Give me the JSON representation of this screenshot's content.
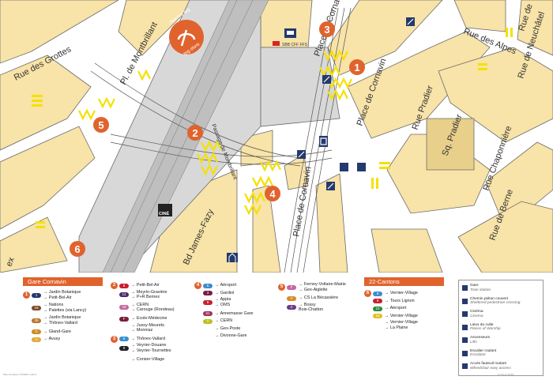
{
  "map": {
    "streets": {
      "grottes": "Rue des Grottes",
      "montbrillant": "Pl. de Montbrillant",
      "cornavin_top": "Place de Cornavin",
      "cornavin_mid": "Place de Cornavin",
      "cornavin_low": "Place de Cornavin",
      "passage": "Passage de Montbrillant",
      "fazy": "Bd James-Fazy",
      "pradier": "Rue Pradier",
      "sq_pradier": "Sq. Pradier",
      "chaponniere": "Rue Chaponnière",
      "berne": "Rue de Berne",
      "alpes": "Rue des Alpes",
      "neuchatel": "Rue de Neuchâtel",
      "edge_left": "ex",
      "edge_top_right": "Rue de"
    },
    "agence_label": "Agence tpg",
    "store_label": "tpg store",
    "cff_label": "SBB CFF FFS",
    "cine_label": "CINÉ",
    "markers": [
      "1",
      "2",
      "3",
      "4",
      "5",
      "6"
    ]
  },
  "colors": {
    "orange": "#e0632d",
    "block": "#f8e3a8",
    "road": "#ffffff",
    "navy": "#233a6e",
    "yellow": "#f5e100"
  },
  "legend": {
    "gare": {
      "title": "Gare Cornavin",
      "stops": [
        {
          "stop": "1",
          "line": "1",
          "color": "#233a6e",
          "dest": [
            "→ Jardin Botanique",
            "→ Petit-Bel-Air"
          ]
        },
        {
          "stop": "",
          "line": "15",
          "color": "#7a4a2a",
          "dest": [
            "→ Nations",
            "→ Palettes (via Lancy)"
          ]
        },
        {
          "stop": "",
          "line": "25",
          "color": "#b8762d",
          "dest": [
            "→ Jardin Botanique",
            "→ Thônex-Vallard"
          ]
        },
        {
          "stop": "",
          "line": "G",
          "color": "#c98c1e",
          "dest": [
            "→ Gland-Gare"
          ]
        },
        {
          "stop": "",
          "line": "U",
          "color": "#e0a93a",
          "dest": [
            "→ Avusy"
          ]
        }
      ]
    },
    "col2": [
      {
        "stop": "2",
        "line": "8",
        "color": "#c8202f",
        "dest": [
          "→ Petit-Bel-Air"
        ]
      },
      {
        "stop": "",
        "line": "14",
        "color": "#4b2a6b",
        "dest": [
          "→ Meyrin-Gravière",
          "→ P+R Bernex"
        ]
      },
      {
        "stop": "",
        "line": "18",
        "color": "#c864a0",
        "dest": [
          "→ CERN",
          "→ Carouge (Rondeau)"
        ]
      },
      {
        "stop": "",
        "line": "F",
        "color": "#7a1e3e",
        "dest": [
          "→ Ecole-Médecine"
        ]
      },
      {
        "stop": "",
        "line": "",
        "color": "#ffffff",
        "dest": [
          "→ Jussy-Meurets",
          "→ Monniaz"
        ]
      },
      {
        "stop": "3",
        "line": "5",
        "color": "#3a8ed0",
        "dest": [
          "→ Thônex-Vallard"
        ]
      },
      {
        "stop": "",
        "line": "9",
        "color": "#222222",
        "dest": [
          "→ Veyrier-Douane",
          "→ Veyrier-Tournettes"
        ]
      },
      {
        "stop": "",
        "line": "",
        "color": "#ffffff",
        "dest": [
          "→ Corsier-Village"
        ]
      }
    ],
    "col3": [
      {
        "stop": "4",
        "line": "5",
        "color": "#3a8ed0",
        "dest": [
          "→ Aéroport"
        ]
      },
      {
        "stop": "",
        "line": "3",
        "color": "#7a1e3e",
        "dest": [
          "→ Gardiol"
        ]
      },
      {
        "stop": "",
        "line": "8",
        "color": "#c8202f",
        "dest": [
          "→ Appia",
          "→ OMS"
        ]
      },
      {
        "stop": "",
        "line": "61",
        "color": "#a03060",
        "dest": [
          "→ Annemasse Gare"
        ]
      },
      {
        "stop": "",
        "line": "Y",
        "color": "#c0c020",
        "dest": [
          "→ CERN"
        ]
      },
      {
        "stop": "",
        "line": "",
        "color": "#ffffff",
        "dest": [
          "→ Gex-Poste"
        ]
      },
      {
        "stop": "",
        "line": "",
        "color": "#ffffff",
        "dest": [
          "→ Divonne-Gare"
        ]
      }
    ],
    "col4": [
      {
        "stop": "5",
        "line": "F",
        "color": "#c864a0",
        "dest": [
          "→ Ferney-Voltaire-Mairie",
          "→ Gex-Aiglette"
        ]
      },
      {
        "stop": "",
        "line": "V",
        "color": "#d88a2d",
        "dest": [
          "→ CS La Bécassière"
        ]
      },
      {
        "stop": "",
        "line": "Z",
        "color": "#6a3a8a",
        "dest": [
          "→ Bossy",
          "Bois-Chatton"
        ]
      }
    ],
    "cantons": {
      "title": "22-Cantons",
      "stops": [
        {
          "stop": "6",
          "line": "6",
          "color": "#3a8ed0",
          "dest": [
            "→ Vernier-Village"
          ]
        },
        {
          "stop": "",
          "line": "9",
          "color": "#c8202f",
          "dest": [
            "→ Tours Lignon"
          ]
        },
        {
          "stop": "",
          "line": "10",
          "color": "#2a8a3a",
          "dest": [
            "→ Aéroport"
          ]
        },
        {
          "stop": "",
          "line": "19",
          "color": "#e0c020",
          "dest": [
            "→ Vernier-Village"
          ]
        },
        {
          "stop": "",
          "line": "",
          "color": "#ffffff",
          "dest": [
            "→ Vernier-Village",
            "→ La Plaine"
          ]
        }
      ]
    },
    "key": [
      {
        "icon": "train-icon",
        "fr": "Gare",
        "en": "Train station"
      },
      {
        "icon": "covered-crossing-icon",
        "fr": "Chemin piéton couvert",
        "en": "Sheltered pedestrian crossing"
      },
      {
        "icon": "cinema-icon",
        "fr": "Cinéma",
        "en": "Cinema"
      },
      {
        "icon": "worship-icon",
        "fr": "Lieux du culte",
        "en": "Places of Worship"
      },
      {
        "icon": "elevator-icon",
        "fr": "Ascenseurs",
        "en": "Lifts"
      },
      {
        "icon": "escalator-icon",
        "fr": "Escalier roulant",
        "en": "Escalator"
      },
      {
        "icon": "wheelchair-icon",
        "fr": "Accès fauteuil roulant",
        "en": "Wheelchair easy access"
      }
    ],
    "footer_left": "Plan-Cornavin-17040617.indd  1",
    "footer_right": "17.04.17  16:00"
  }
}
